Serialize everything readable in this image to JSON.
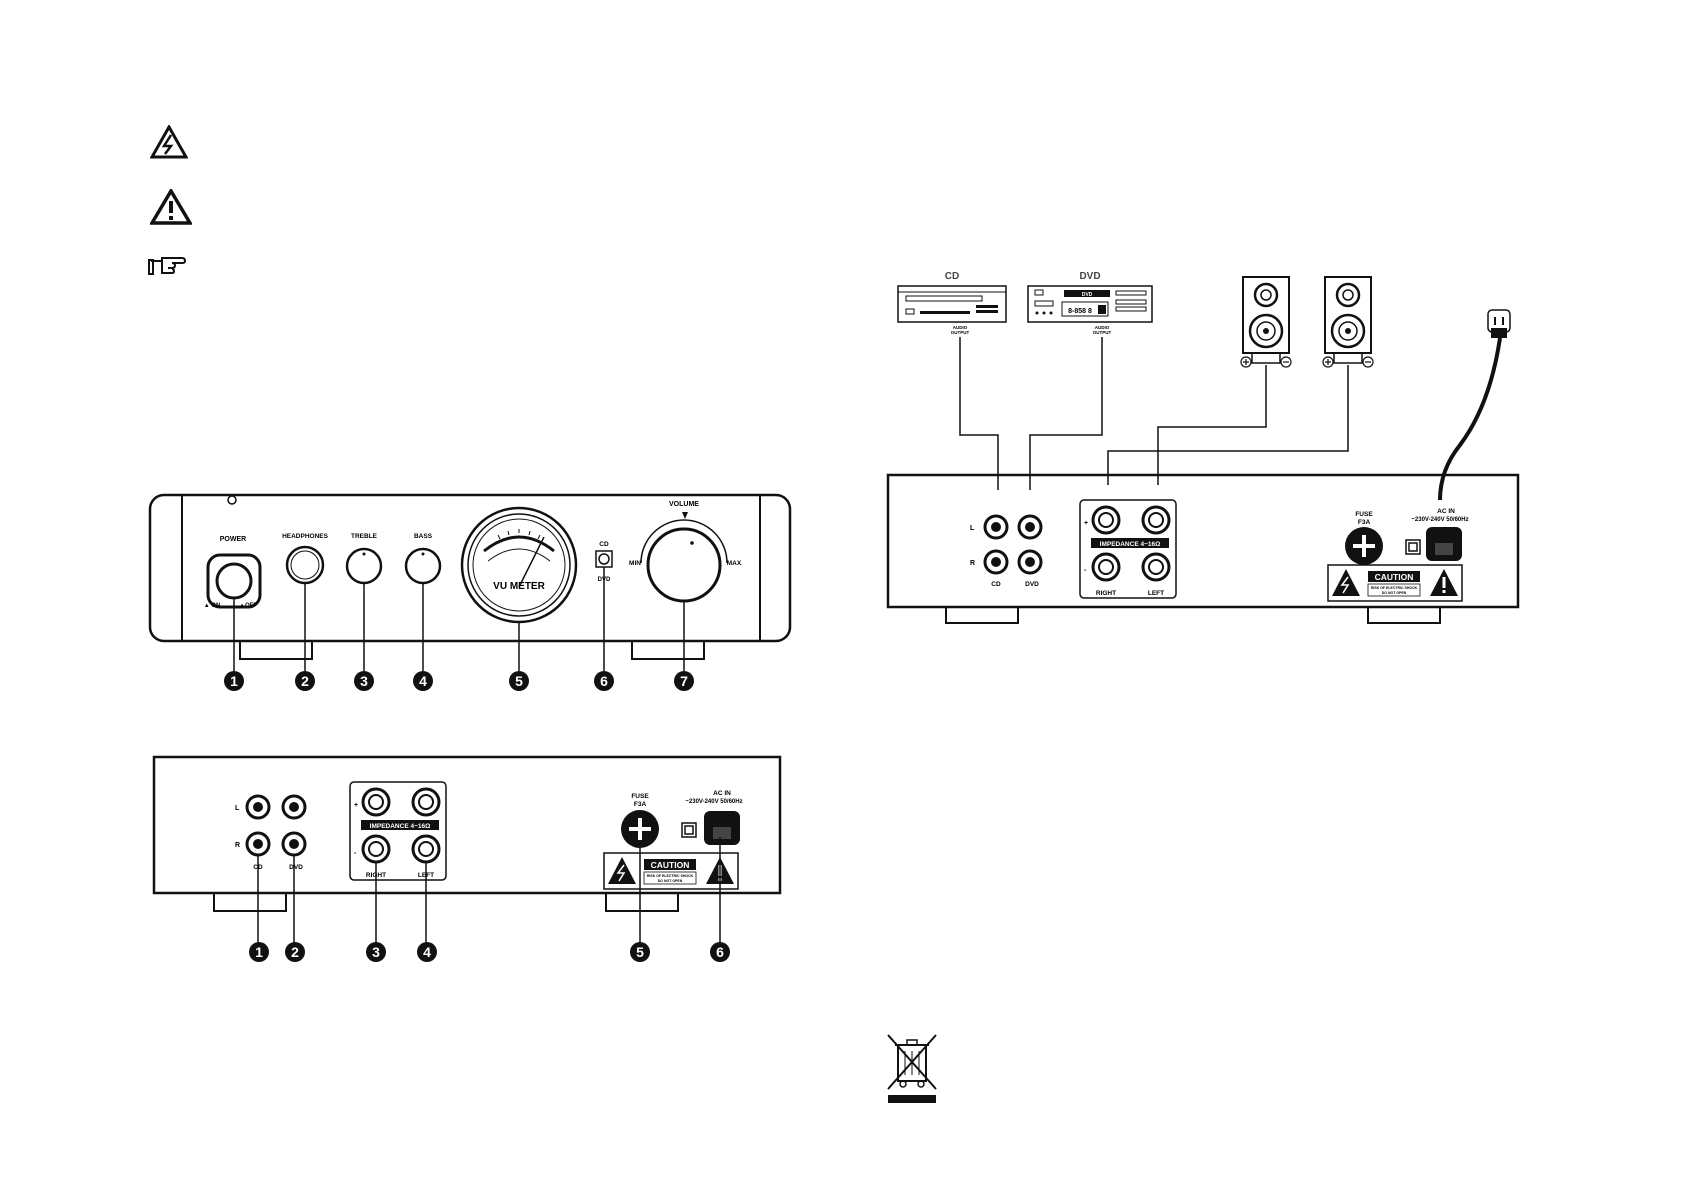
{
  "front_panel": {
    "labels": {
      "power": "POWER",
      "on": "▲ ON",
      "off": "▲OFF",
      "headphones": "HEADPHONES",
      "treble": "TREBLE",
      "bass": "BASS",
      "vu_meter": "VU METER",
      "source_cd": "CD",
      "source_dvd": "DVD",
      "volume": "VOLUME",
      "min": "MIN",
      "max": "MAX"
    },
    "callouts": [
      "1",
      "2",
      "3",
      "4",
      "5",
      "6",
      "7"
    ]
  },
  "rear_panel": {
    "labels": {
      "left_channel": "L",
      "right_channel": "R",
      "cd": "CD",
      "dvd": "DVD",
      "impedance": "IMPEDANCE 4~16Ω",
      "right": "RIGHT",
      "left": "LEFT",
      "fuse": "FUSE",
      "fuse_rating": "F3A",
      "ac_in": "AC IN",
      "ac_rating": "~230V-240V 50/60Hz",
      "caution": "CAUTION",
      "caution_line1": "RISK OF ELECTRIC SHOCK",
      "caution_line2": "DO NOT OPEN"
    },
    "callouts": [
      "1",
      "2",
      "3",
      "4",
      "5",
      "6"
    ]
  },
  "connection_diagram": {
    "cd_label": "CD",
    "dvd_label": "DVD",
    "audio_output": "AUDIO",
    "audio_output2": "OUTPUT",
    "dvd_badge": "DVD",
    "dvd_display": "8-858 8"
  },
  "icons": [
    "lightning-warning-icon",
    "exclamation-warning-icon",
    "pointing-hand-icon",
    "crossed-bin-weee-icon"
  ]
}
